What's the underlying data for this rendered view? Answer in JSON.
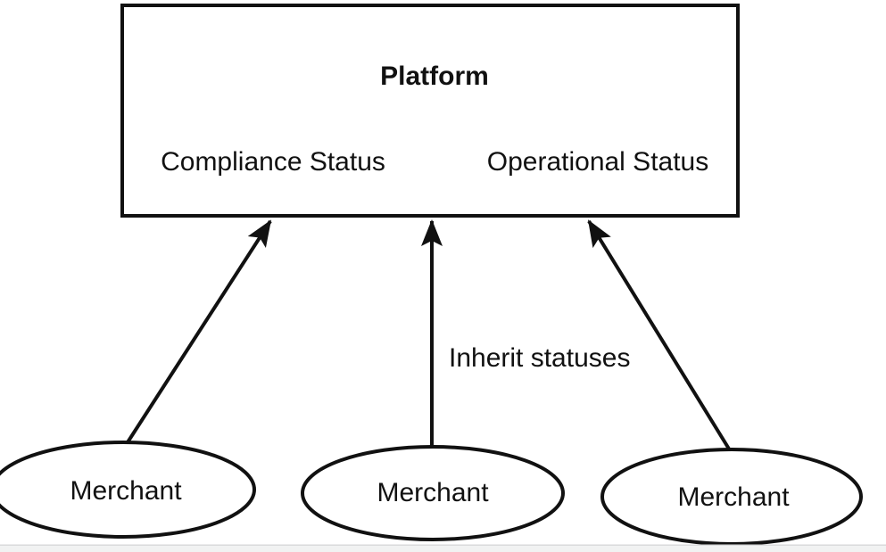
{
  "diagram": {
    "platform": {
      "title": "Platform",
      "compliance_label": "Compliance Status",
      "operational_label": "Operational Status"
    },
    "edges": {
      "inherit_label": "Inherit statuses"
    },
    "merchants": [
      {
        "label": "Merchant"
      },
      {
        "label": "Merchant"
      },
      {
        "label": "Merchant"
      }
    ],
    "colors": {
      "stroke": "#111111",
      "text": "#111111",
      "background": "#ffffff",
      "bottom_bar_fill": "#f1f2f2",
      "bottom_bar_border": "#d9dadb"
    }
  }
}
